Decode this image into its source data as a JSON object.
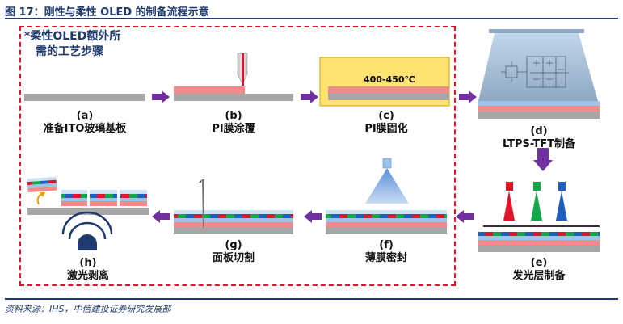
{
  "header": {
    "title": "图 17：刚性与柔性 OLED 的制备流程示意"
  },
  "note": {
    "line1": "*柔性OLED额外所",
    "line2": "需的工艺步骤"
  },
  "steps": {
    "a": {
      "letter": "(a)",
      "label": "准备ITO玻璃基板"
    },
    "b": {
      "letter": "(b)",
      "label": "PI膜涂覆"
    },
    "c": {
      "letter": "(c)",
      "label": "PI膜固化",
      "temperature": "400-450℃"
    },
    "d": {
      "letter": "(d)",
      "label": "LTPS-TFT制备"
    },
    "e": {
      "letter": "(e)",
      "label": "发光层制备"
    },
    "f": {
      "letter": "(f)",
      "label": "薄膜密封"
    },
    "g": {
      "letter": "(g)",
      "label": "面板切割"
    },
    "h": {
      "letter": "(h)",
      "label": "激光剥离"
    }
  },
  "footer": {
    "source": "资料来源：IHS，中信建投证券研究发展部"
  },
  "colors": {
    "arrow": "#7030a0",
    "accent": "#1f3a6e",
    "dash": "#e0142a",
    "pi": "#f28b8b",
    "glass": "#a6a6a6",
    "tft": "#9dc3e6",
    "red": "#e0142a",
    "green": "#12a84a",
    "blue": "#1f5fbf"
  }
}
